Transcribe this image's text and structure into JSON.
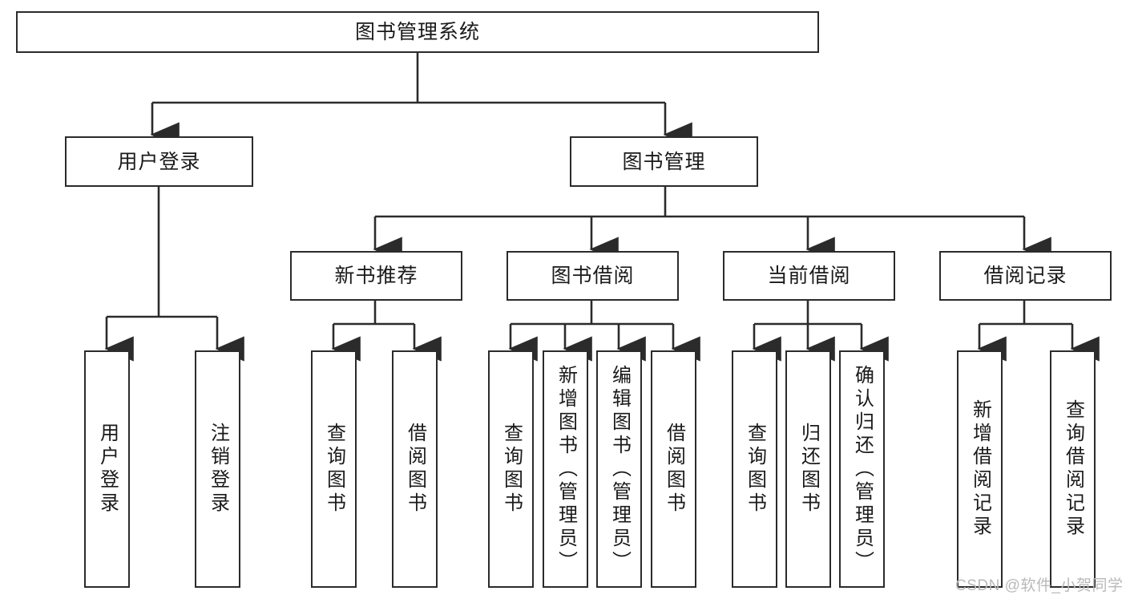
{
  "diagram": {
    "title": "图书管理系统",
    "type": "tree-hierarchy-diagram",
    "watermark": "CSDN @软件_小贺同学",
    "stroke_color": "#2b2b2b",
    "fill_color": "#ffffff",
    "text_color": "#1a1a1a",
    "watermark_color": "#b9b9b9"
  },
  "nodes": {
    "root": {
      "label": "图书管理系统"
    },
    "level2": [
      {
        "id": "user-login",
        "label": "用户登录"
      },
      {
        "id": "book-manage",
        "label": "图书管理"
      }
    ],
    "level3": [
      {
        "id": "new-book-recommend",
        "label": "新书推荐"
      },
      {
        "id": "book-borrow",
        "label": "图书借阅"
      },
      {
        "id": "current-borrow",
        "label": "当前借阅"
      },
      {
        "id": "borrow-record",
        "label": "借阅记录"
      }
    ],
    "leaves": {
      "user-login": [
        {
          "id": "leaf-user-login",
          "label": "用户登录"
        },
        {
          "id": "leaf-logout",
          "label": "注销登录"
        }
      ],
      "new-book-recommend": [
        {
          "id": "leaf-query-book-1",
          "label": "查询图书"
        },
        {
          "id": "leaf-borrow-book-1",
          "label": "借阅图书"
        }
      ],
      "book-borrow": [
        {
          "id": "leaf-query-book-2",
          "label": "查询图书"
        },
        {
          "id": "leaf-add-book",
          "label": "新增图书（管理员）"
        },
        {
          "id": "leaf-edit-book",
          "label": "编辑图书（管理员）"
        },
        {
          "id": "leaf-borrow-book-2",
          "label": "借阅图书"
        }
      ],
      "current-borrow": [
        {
          "id": "leaf-query-book-3",
          "label": "查询图书"
        },
        {
          "id": "leaf-return-book",
          "label": "归还图书"
        },
        {
          "id": "leaf-confirm-return",
          "label": "确认归还（管理员）"
        }
      ],
      "borrow-record": [
        {
          "id": "leaf-add-record",
          "label": "新增借阅记录"
        },
        {
          "id": "leaf-query-record",
          "label": "查询借阅记录"
        }
      ]
    }
  }
}
